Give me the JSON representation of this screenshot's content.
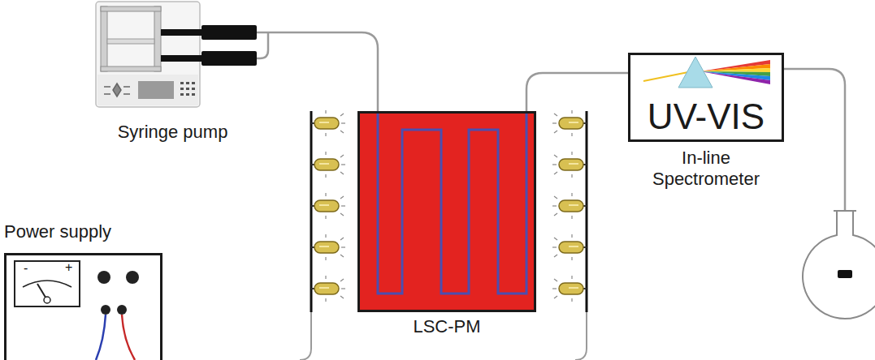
{
  "diagram": {
    "nodes": [
      {
        "text": [
          "Syringe pump"
        ]
      },
      {
        "text": [
          "LSC-PM"
        ]
      },
      {
        "text": [
          "UV-VIS",
          "In-line Spectrometer"
        ]
      },
      {
        "text": [
          "Power supply"
        ]
      }
    ],
    "edges": [
      {
        "from": 0,
        "to": 1,
        "arrow": "none"
      },
      {
        "from": 1,
        "to": 2,
        "arrow": "none"
      }
    ],
    "labels": [
      "-",
      "+"
    ]
  }
}
